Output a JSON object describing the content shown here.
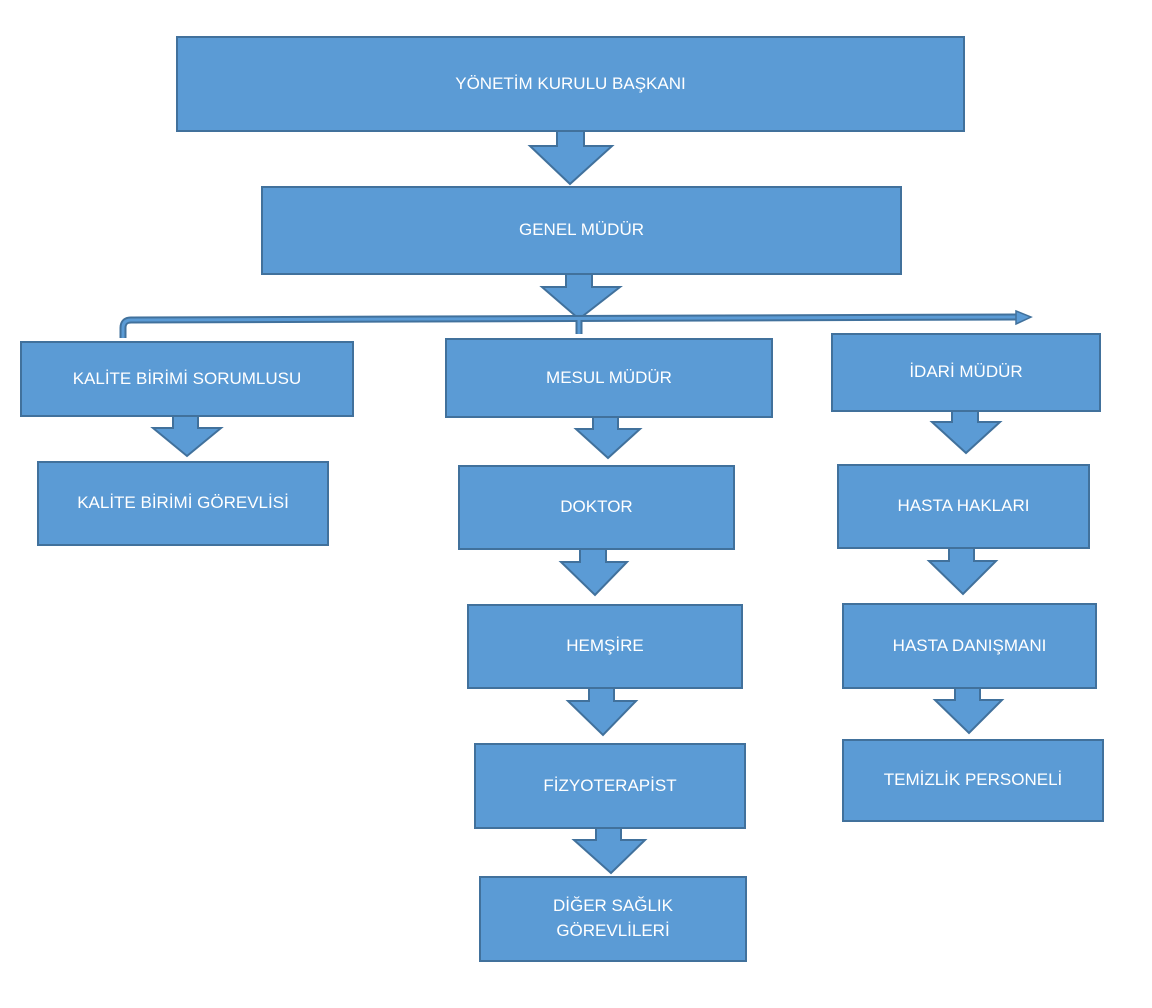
{
  "nodes": {
    "chairman": "YÖNETİM KURULU BAŞKANI",
    "general_manager": "GENEL MÜDÜR",
    "quality_lead": "KALİTE BİRİMİ SORUMLUSU",
    "quality_staff": "KALİTE BİRİMİ GÖREVLİSİ",
    "responsible_manager": "MESUL MÜDÜR",
    "doctor": "DOKTOR",
    "nurse": "HEMŞİRE",
    "physio": "FİZYOTERAPİST",
    "other_health_1": "DİĞER SAĞLIK",
    "other_health_2": "GÖREVLİLERİ",
    "admin_manager": "İDARİ MÜDÜR",
    "patient_rights": "HASTA HAKLARI",
    "patient_advisor": "HASTA DANIŞMANI",
    "cleaning_staff": "TEMİZLİK PERSONELİ"
  },
  "colors": {
    "box_fill": "#5b9bd5",
    "box_border": "#41719c",
    "text": "#ffffff"
  }
}
